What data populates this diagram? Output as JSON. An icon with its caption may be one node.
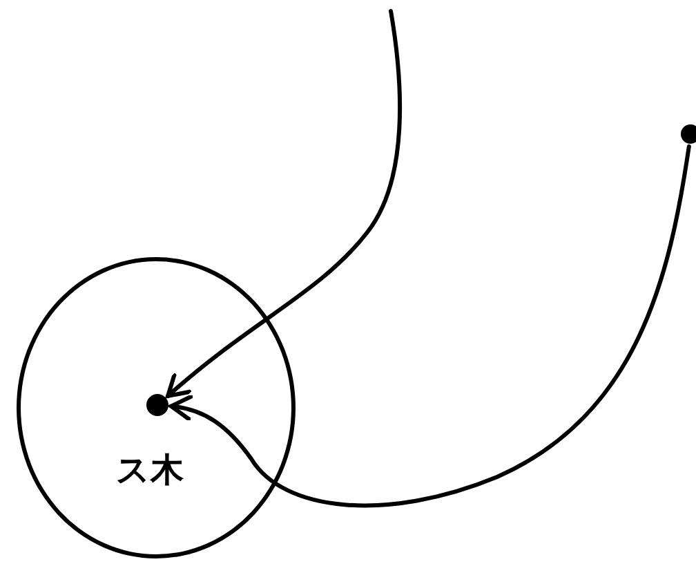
{
  "diagram": {
    "nodes": [
      {
        "text": [],
        "shape": "circle"
      },
      {
        "text": [],
        "shape": "circle",
        "in": 0
      },
      {
        "text": [],
        "shape": "circle"
      }
    ],
    "edges": [
      {
        "from": null,
        "to": 1,
        "arrow": "to"
      },
      {
        "from": 2,
        "to": 1,
        "arrow": "to"
      }
    ],
    "labels": [
      "ス木"
    ]
  }
}
